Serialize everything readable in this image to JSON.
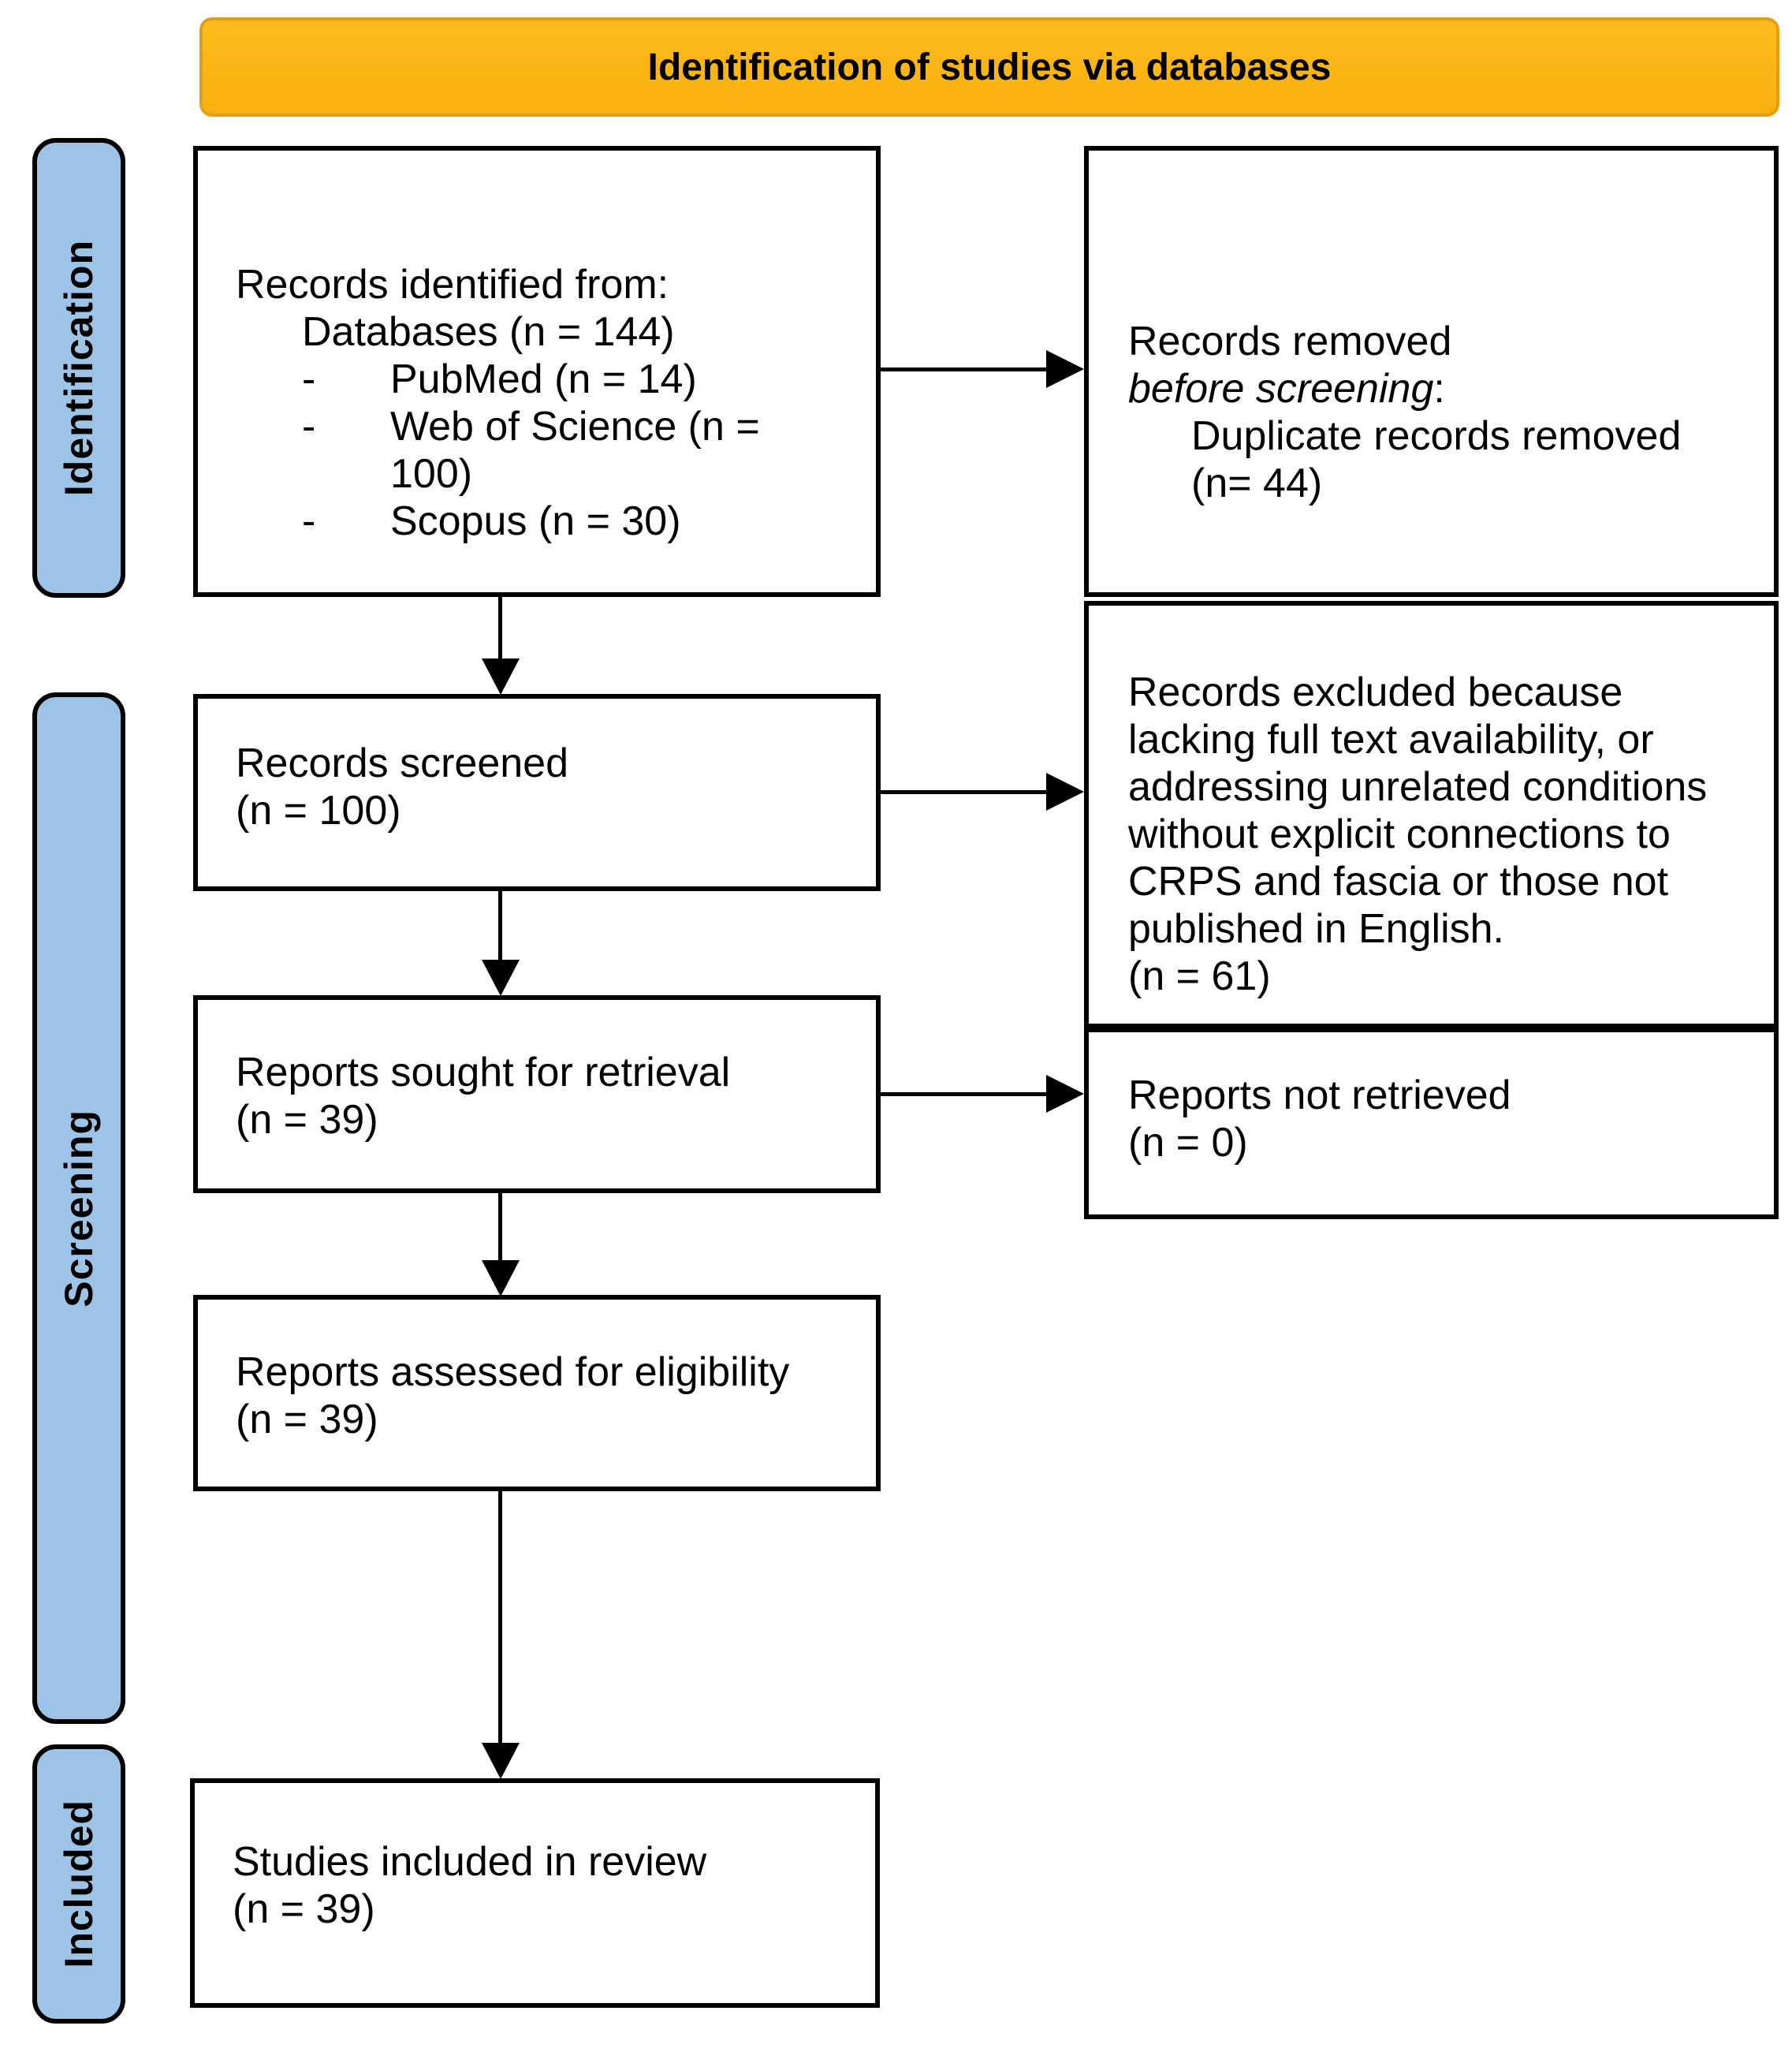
{
  "header": {
    "title": "Identification of studies via databases"
  },
  "sidebar": {
    "stages": [
      {
        "label": "Identification"
      },
      {
        "label": "Screening"
      },
      {
        "label": "Included"
      }
    ]
  },
  "boxes": {
    "identified": {
      "line1": "Records identified from:",
      "line2": "Databases (n = 144)",
      "bullet_marker": "-",
      "bullets": [
        "PubMed (n = 14)",
        "Web of Science (n = 100)",
        "Scopus (n = 30)"
      ]
    },
    "removed": {
      "pre": "Records removed ",
      "italic": "before screening",
      "post": ":",
      "detail": "Duplicate records removed",
      "count": "(n= 44)"
    },
    "screened": {
      "line1": "Records screened",
      "line2": "(n = 100)"
    },
    "excluded": {
      "text": "Records excluded because lacking full text availability, or addressing unrelated conditions without explicit connections to CRPS and fascia or those not published in English.",
      "count": "(n = 61)"
    },
    "sought": {
      "line1": "Reports sought for retrieval",
      "line2": "(n = 39)"
    },
    "not_retrieved": {
      "line1": "Reports not retrieved",
      "line2": "(n = 0)"
    },
    "assessed": {
      "line1": "Reports assessed for eligibility",
      "line2": "(n = 39)"
    },
    "included": {
      "line1": "Studies included in review",
      "line2": "(n = 39)"
    }
  },
  "colors": {
    "header_fill": "#fbb516",
    "header_border": "#dfa017",
    "stage_fill": "#9dc3e6",
    "box_border": "#000000",
    "background": "#ffffff"
  }
}
